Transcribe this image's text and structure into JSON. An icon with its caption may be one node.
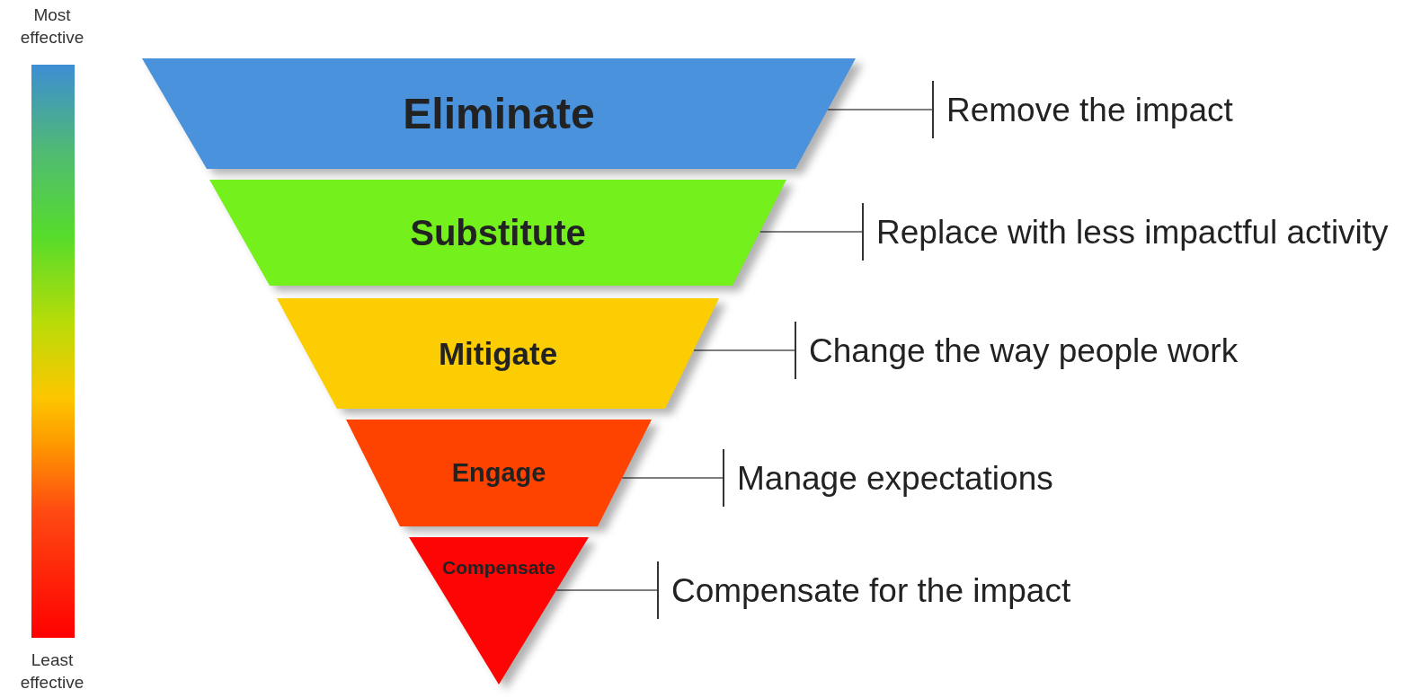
{
  "diagram": {
    "nodes": [
      {
        "text": [
          "Eliminate"
        ]
      },
      {
        "text": [
          "Substitute"
        ]
      },
      {
        "text": [
          "Mitigate"
        ]
      },
      {
        "text": [
          "Engage"
        ]
      },
      {
        "text": [
          "Compensate"
        ]
      },
      {
        "text": [
          "Remove the impact"
        ]
      },
      {
        "text": [
          "Replace with less impactful activity"
        ]
      },
      {
        "text": [
          "Change the way people work"
        ]
      },
      {
        "text": [
          "Manage expectations"
        ]
      },
      {
        "text": [
          "Compensate for the impact"
        ]
      }
    ],
    "edges": [
      {
        "from": 0,
        "to": 5,
        "arrow": "other"
      },
      {
        "from": 1,
        "to": 6,
        "arrow": "other"
      },
      {
        "from": 2,
        "to": 7,
        "arrow": "other"
      },
      {
        "from": 3,
        "to": 8,
        "arrow": "other"
      },
      {
        "from": 4,
        "to": 9,
        "arrow": "other"
      }
    ],
    "labels": [
      "Most effective",
      "Least effective"
    ]
  }
}
